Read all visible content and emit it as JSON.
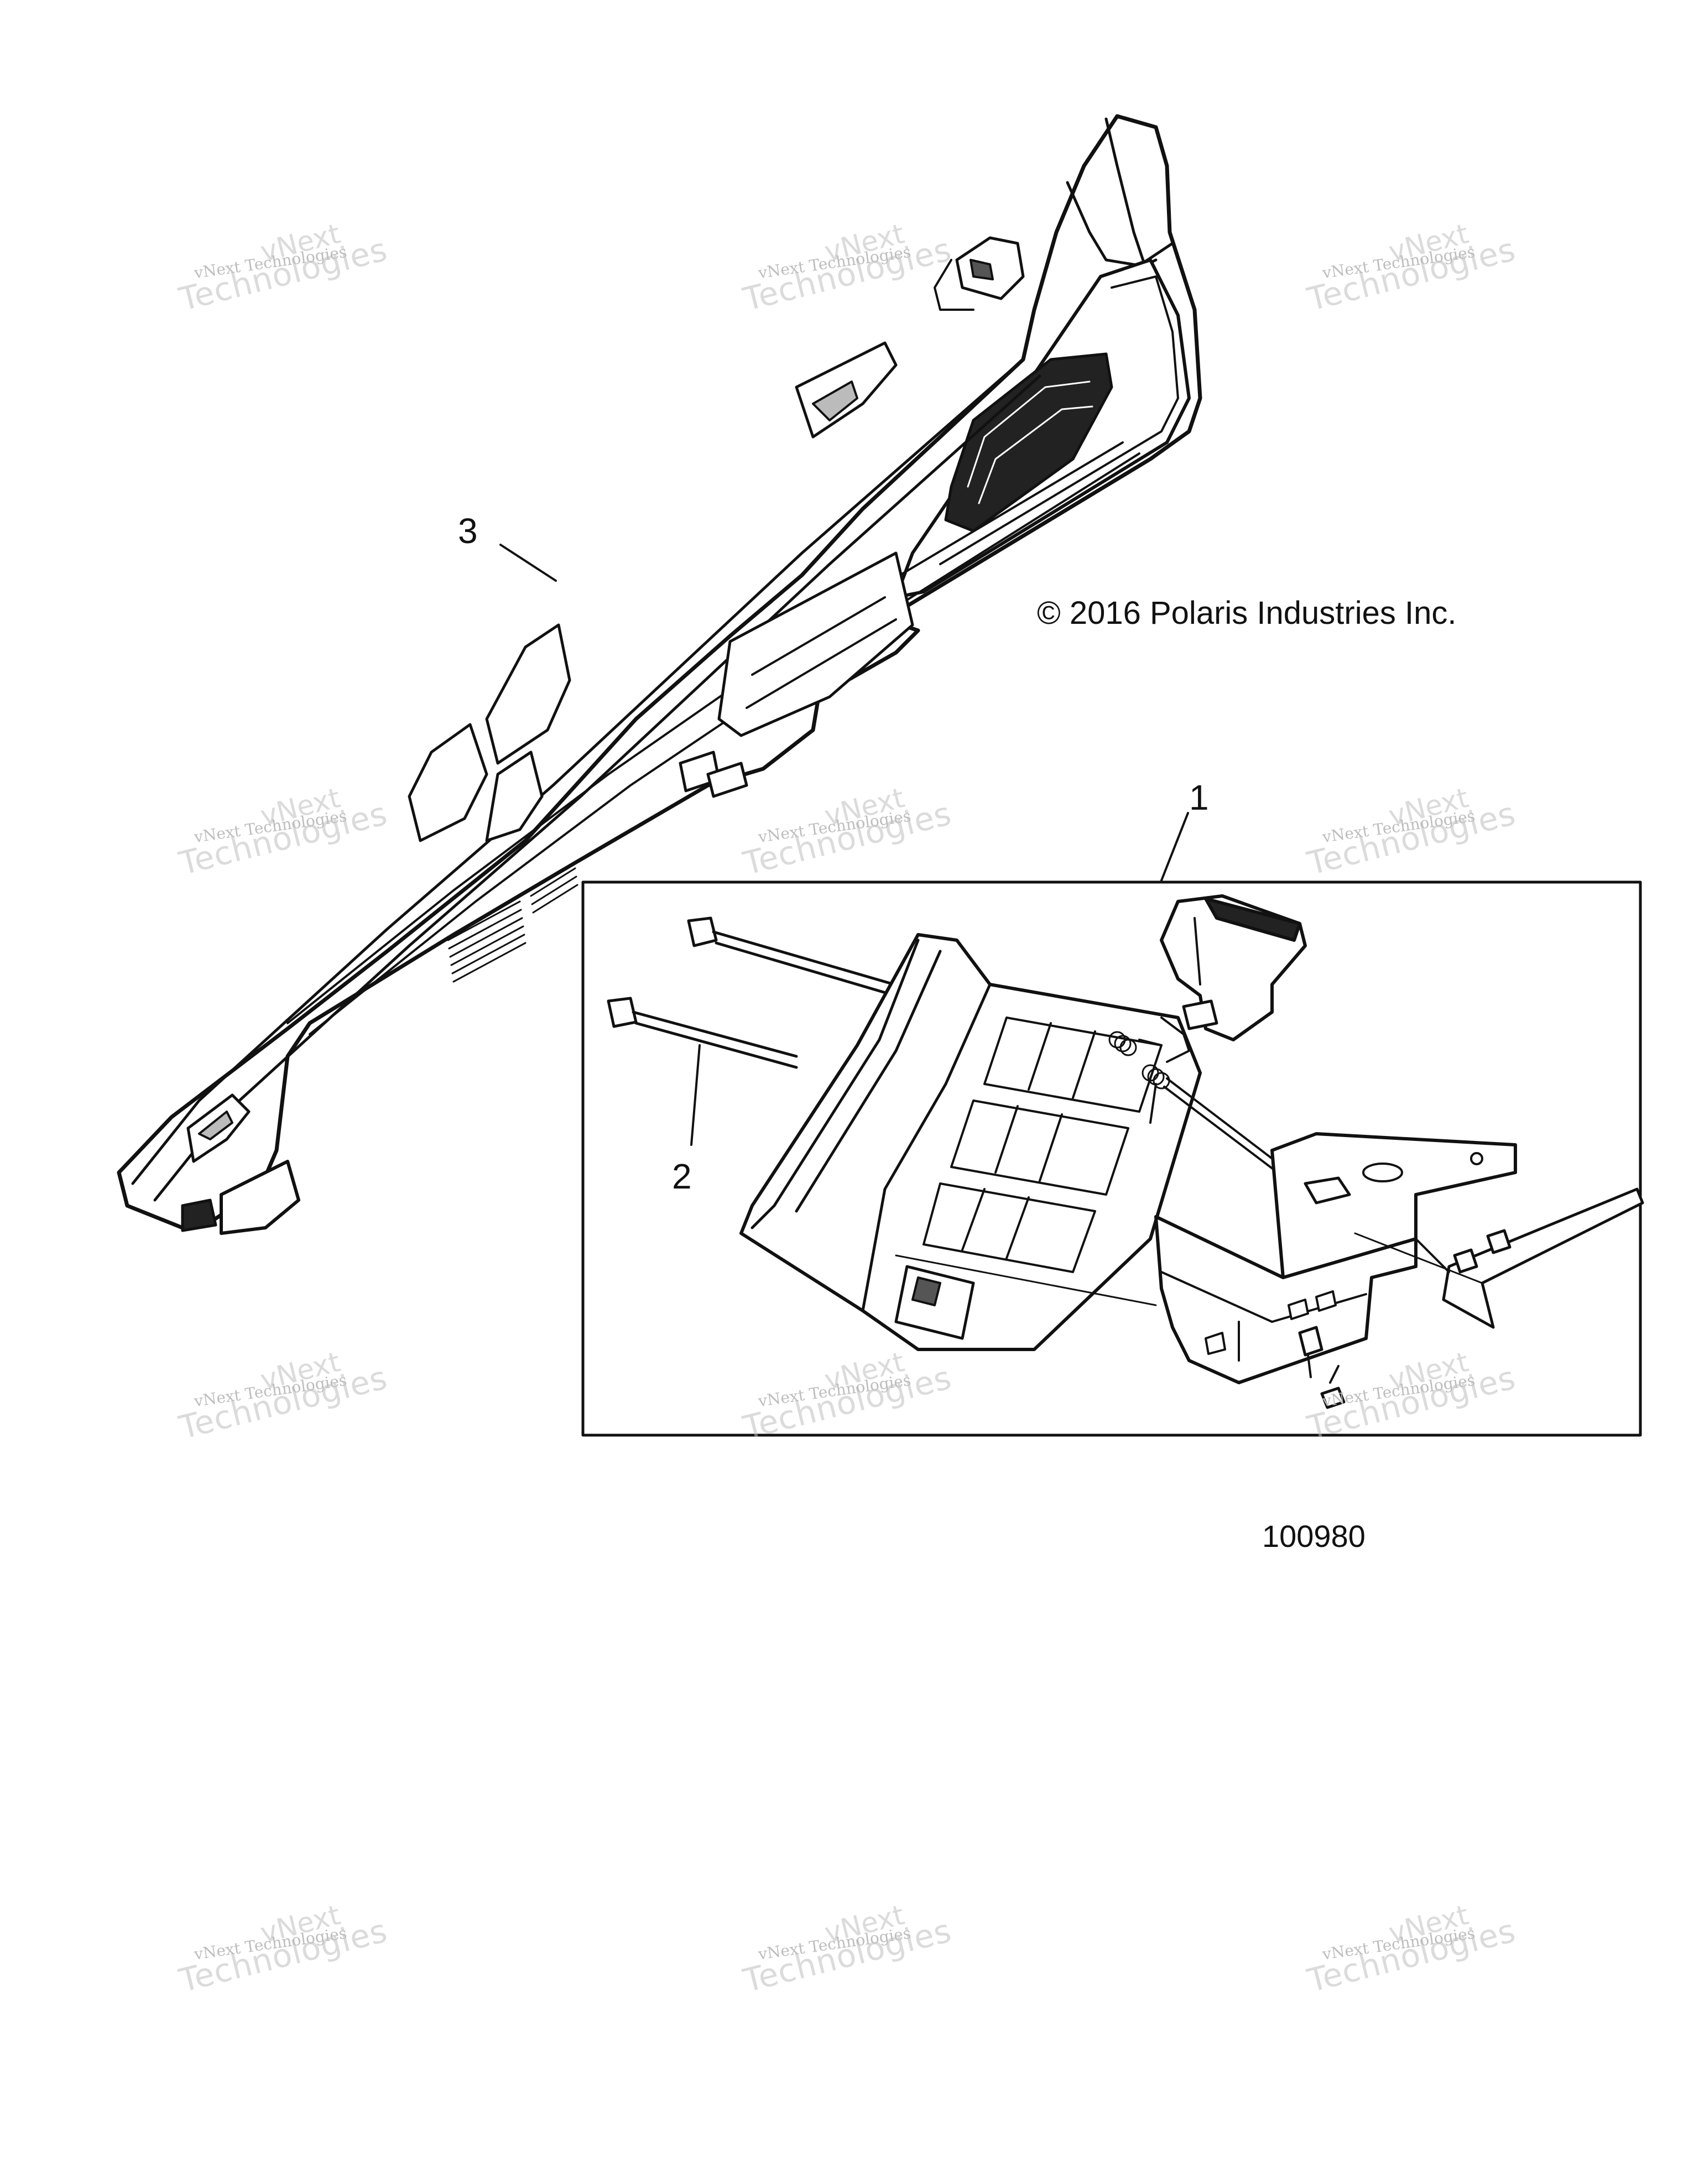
{
  "copyright": "© 2016 Polaris Industries Inc.",
  "figure_number": "100980",
  "callouts": {
    "one": "1",
    "two": "2",
    "three": "3"
  },
  "watermark": {
    "line_small": "vNext Technologies",
    "line_top": "vNext",
    "line_big": "Technologies"
  },
  "icons": {
    "case": "gun-case-icon",
    "bracket": "mount-bracket-icon",
    "bolt": "bolt-icon"
  }
}
